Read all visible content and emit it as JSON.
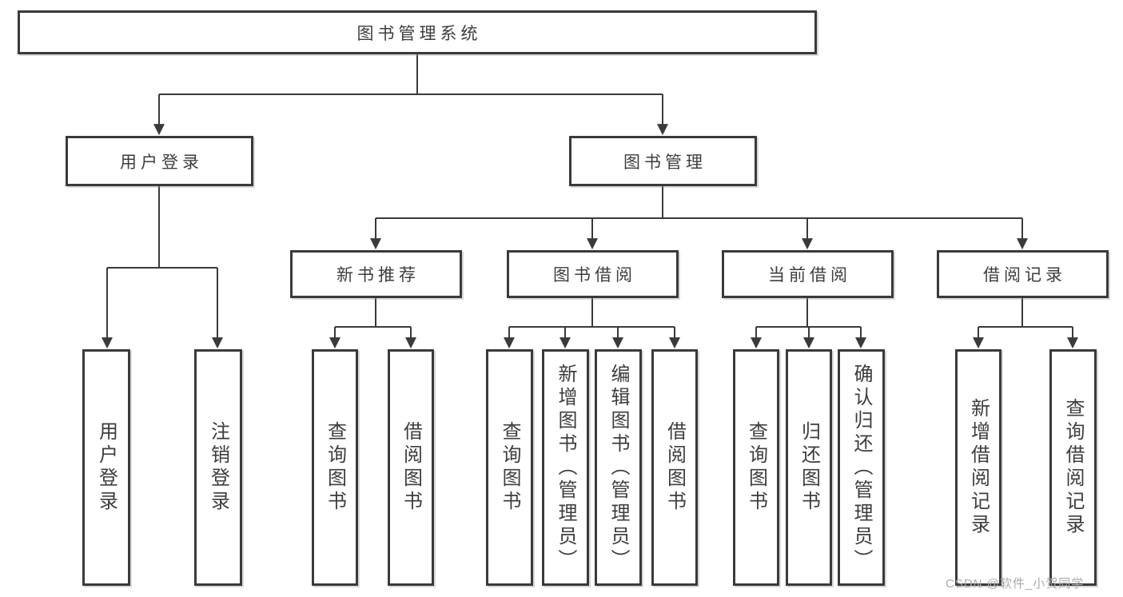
{
  "diagram_type": "hierarchy",
  "tree": {
    "label": "图书管理系统",
    "children": [
      {
        "label": "用户登录",
        "children": [
          {
            "label": "用户登录"
          },
          {
            "label": "注销登录"
          }
        ]
      },
      {
        "label": "图书管理",
        "children": [
          {
            "label": "新书推荐",
            "children": [
              {
                "label": "查询图书"
              },
              {
                "label": "借阅图书"
              }
            ]
          },
          {
            "label": "图书借阅",
            "children": [
              {
                "label": "查询图书"
              },
              {
                "label": "新增图书（管理员）"
              },
              {
                "label": "编辑图书（管理员）"
              },
              {
                "label": "借阅图书"
              }
            ]
          },
          {
            "label": "当前借阅",
            "children": [
              {
                "label": "查询图书"
              },
              {
                "label": "归还图书"
              },
              {
                "label": "确认归还（管理员）"
              }
            ]
          },
          {
            "label": "借阅记录",
            "children": [
              {
                "label": "新增借阅记录"
              },
              {
                "label": "查询借阅记录"
              }
            ]
          }
        ]
      }
    ]
  },
  "watermark": {
    "text": "CSDN @软件_小贺同学"
  },
  "colors": {
    "line": "#3a3a3a",
    "text": "#3d3d3d",
    "bg": "#ffffff",
    "watermark": "#aaaaaa"
  }
}
